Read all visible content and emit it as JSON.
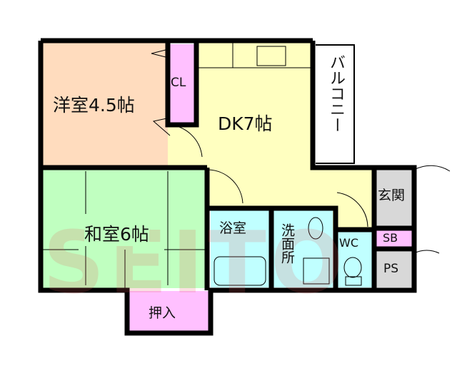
{
  "rooms": {
    "western": {
      "label": "洋室4.5帖",
      "color": "#ffdcbe"
    },
    "closet": {
      "label": "CL",
      "color": "#ffc0ff"
    },
    "dk": {
      "label": "DK7帖",
      "color": "#ffffc0"
    },
    "balcony": {
      "label": "バルコニー",
      "color": "#ffffff"
    },
    "japanese": {
      "label": "和室6帖",
      "color": "#c0ffc0"
    },
    "oshiire": {
      "label": "押入",
      "color": "#ffc0ff"
    },
    "bath": {
      "label": "浴室",
      "color": "#c0ffff"
    },
    "washroom": {
      "label": "洗面所",
      "color": "#c0ffff"
    },
    "wc": {
      "label": "WC",
      "color": "#c0ffff"
    },
    "entrance": {
      "label": "玄関",
      "color": "#d8d8d8"
    },
    "sb": {
      "label": "SB",
      "color": "#ffc0ff"
    },
    "ps": {
      "label": "PS",
      "color": "#d8d8d8"
    }
  },
  "watermark": "SEITO"
}
